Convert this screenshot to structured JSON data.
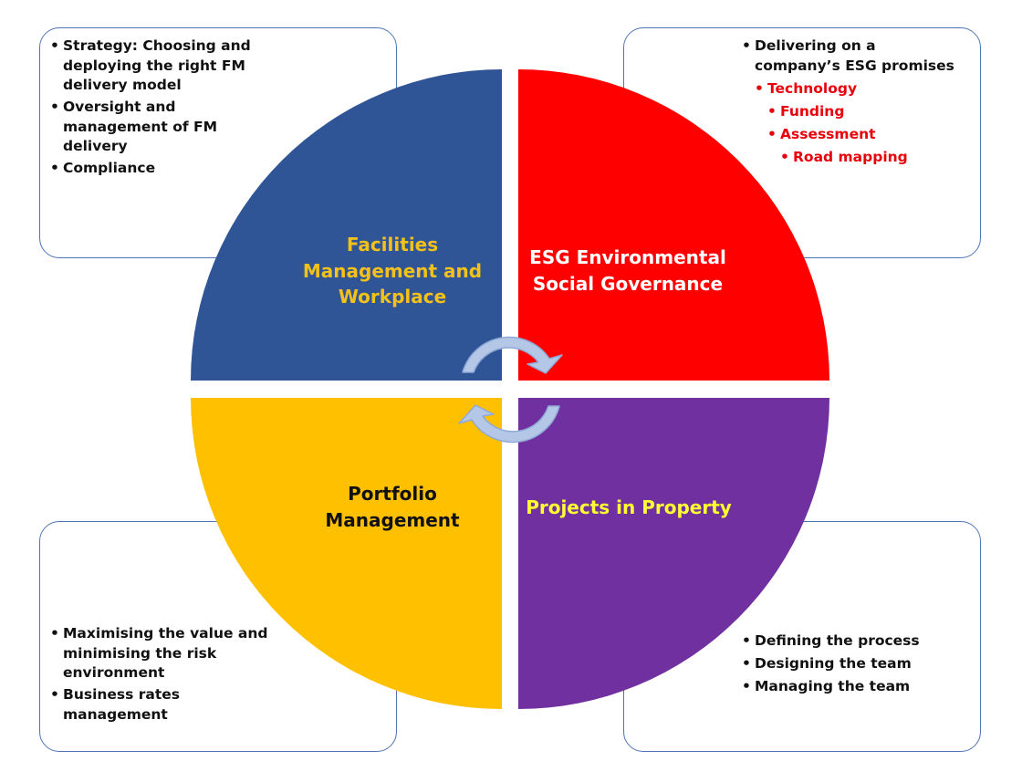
{
  "quadrants": {
    "facilities": {
      "title": "Facilities Management and Workplace",
      "color": "#2f5597",
      "title_color": "#f4c01a",
      "bullets": [
        {
          "text": "Strategy: Choosing and deploying the right FM delivery model",
          "level": 1,
          "color": "#111111"
        },
        {
          "text": "Oversight and management of FM delivery",
          "level": 1,
          "color": "#111111"
        },
        {
          "text": "Compliance",
          "level": 1,
          "color": "#111111"
        }
      ]
    },
    "esg": {
      "title": "ESG Environmental Social Governance",
      "color": "#ff0000",
      "title_color": "#ffffff",
      "bullets": [
        {
          "text": "Delivering on a company’s ESG promises",
          "level": 1,
          "color": "#111111"
        },
        {
          "text": "Technology",
          "level": 2,
          "color": "#e8000b"
        },
        {
          "text": "Funding",
          "level": 3,
          "color": "#e8000b"
        },
        {
          "text": "Assessment",
          "level": 3,
          "color": "#e8000b"
        },
        {
          "text": "Road mapping",
          "level": 4,
          "color": "#e8000b"
        }
      ]
    },
    "portfolio": {
      "title": "Portfolio Management",
      "color": "#ffc000",
      "title_color": "#111111",
      "bullets": [
        {
          "text": "Maximising the value and minimising the risk environment",
          "level": 1,
          "color": "#111111"
        },
        {
          "text": "Business rates management",
          "level": 1,
          "color": "#111111"
        }
      ]
    },
    "projects": {
      "title": "Projects in Property",
      "color": "#7030a0",
      "title_color": "#ffff33",
      "bullets": [
        {
          "text": "Defining the process",
          "level": 1,
          "color": "#111111"
        },
        {
          "text": "Designing the team",
          "level": 1,
          "color": "#111111"
        },
        {
          "text": "Managing the team",
          "level": 1,
          "color": "#111111"
        }
      ]
    }
  },
  "cycle_arrows": {
    "icon": "circular-arrows-icon",
    "fill": "#b4c7e7",
    "stroke": "#8fa9d6"
  },
  "box_border_color": "#4f74b5"
}
